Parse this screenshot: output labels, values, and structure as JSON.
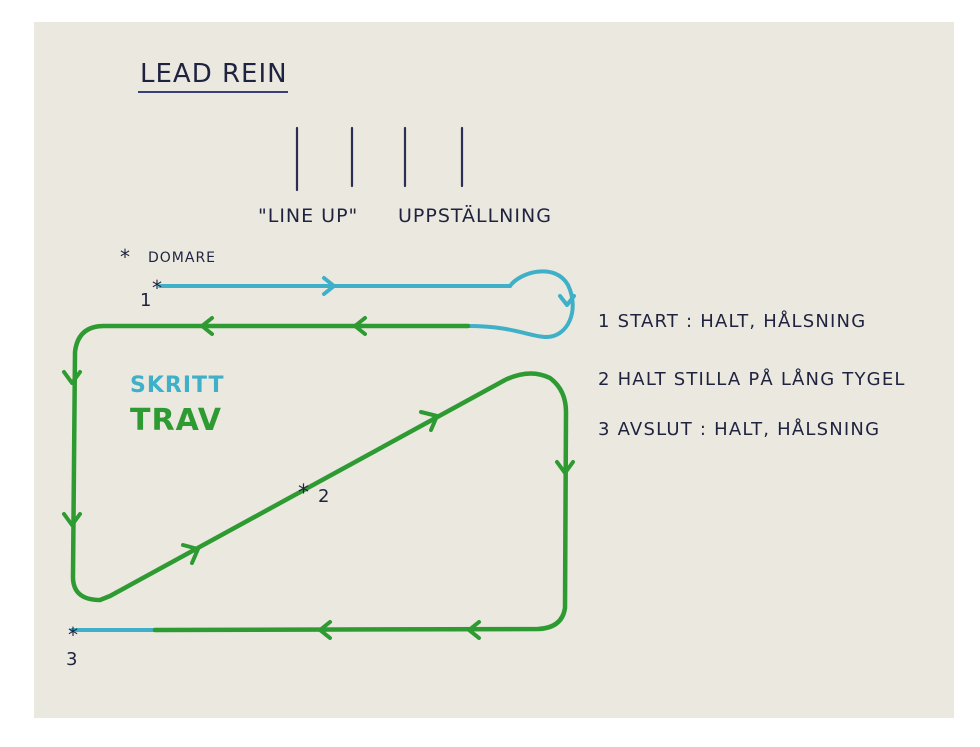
{
  "title": "LEAD REIN",
  "lineup": {
    "label_en": "\"LINE UP\"",
    "label_sv": "UPPSTÄLLNING"
  },
  "judge_label": "DOMARE",
  "points": {
    "p1": "1",
    "p2": "2",
    "p3": "3"
  },
  "gait_legend": {
    "walk": "SKRITT",
    "trot": "TRAV"
  },
  "instructions": [
    "1  START : HALT, HÅLSNING",
    "2  HALT STILLA PÅ LÅNG TYGEL",
    "3  AVSLUT : HALT, HÅLSNING"
  ],
  "colors": {
    "paper": "#ebe8df",
    "ink": "#1f2340",
    "walk": "#3fb0c8",
    "trot": "#2d9a32"
  }
}
